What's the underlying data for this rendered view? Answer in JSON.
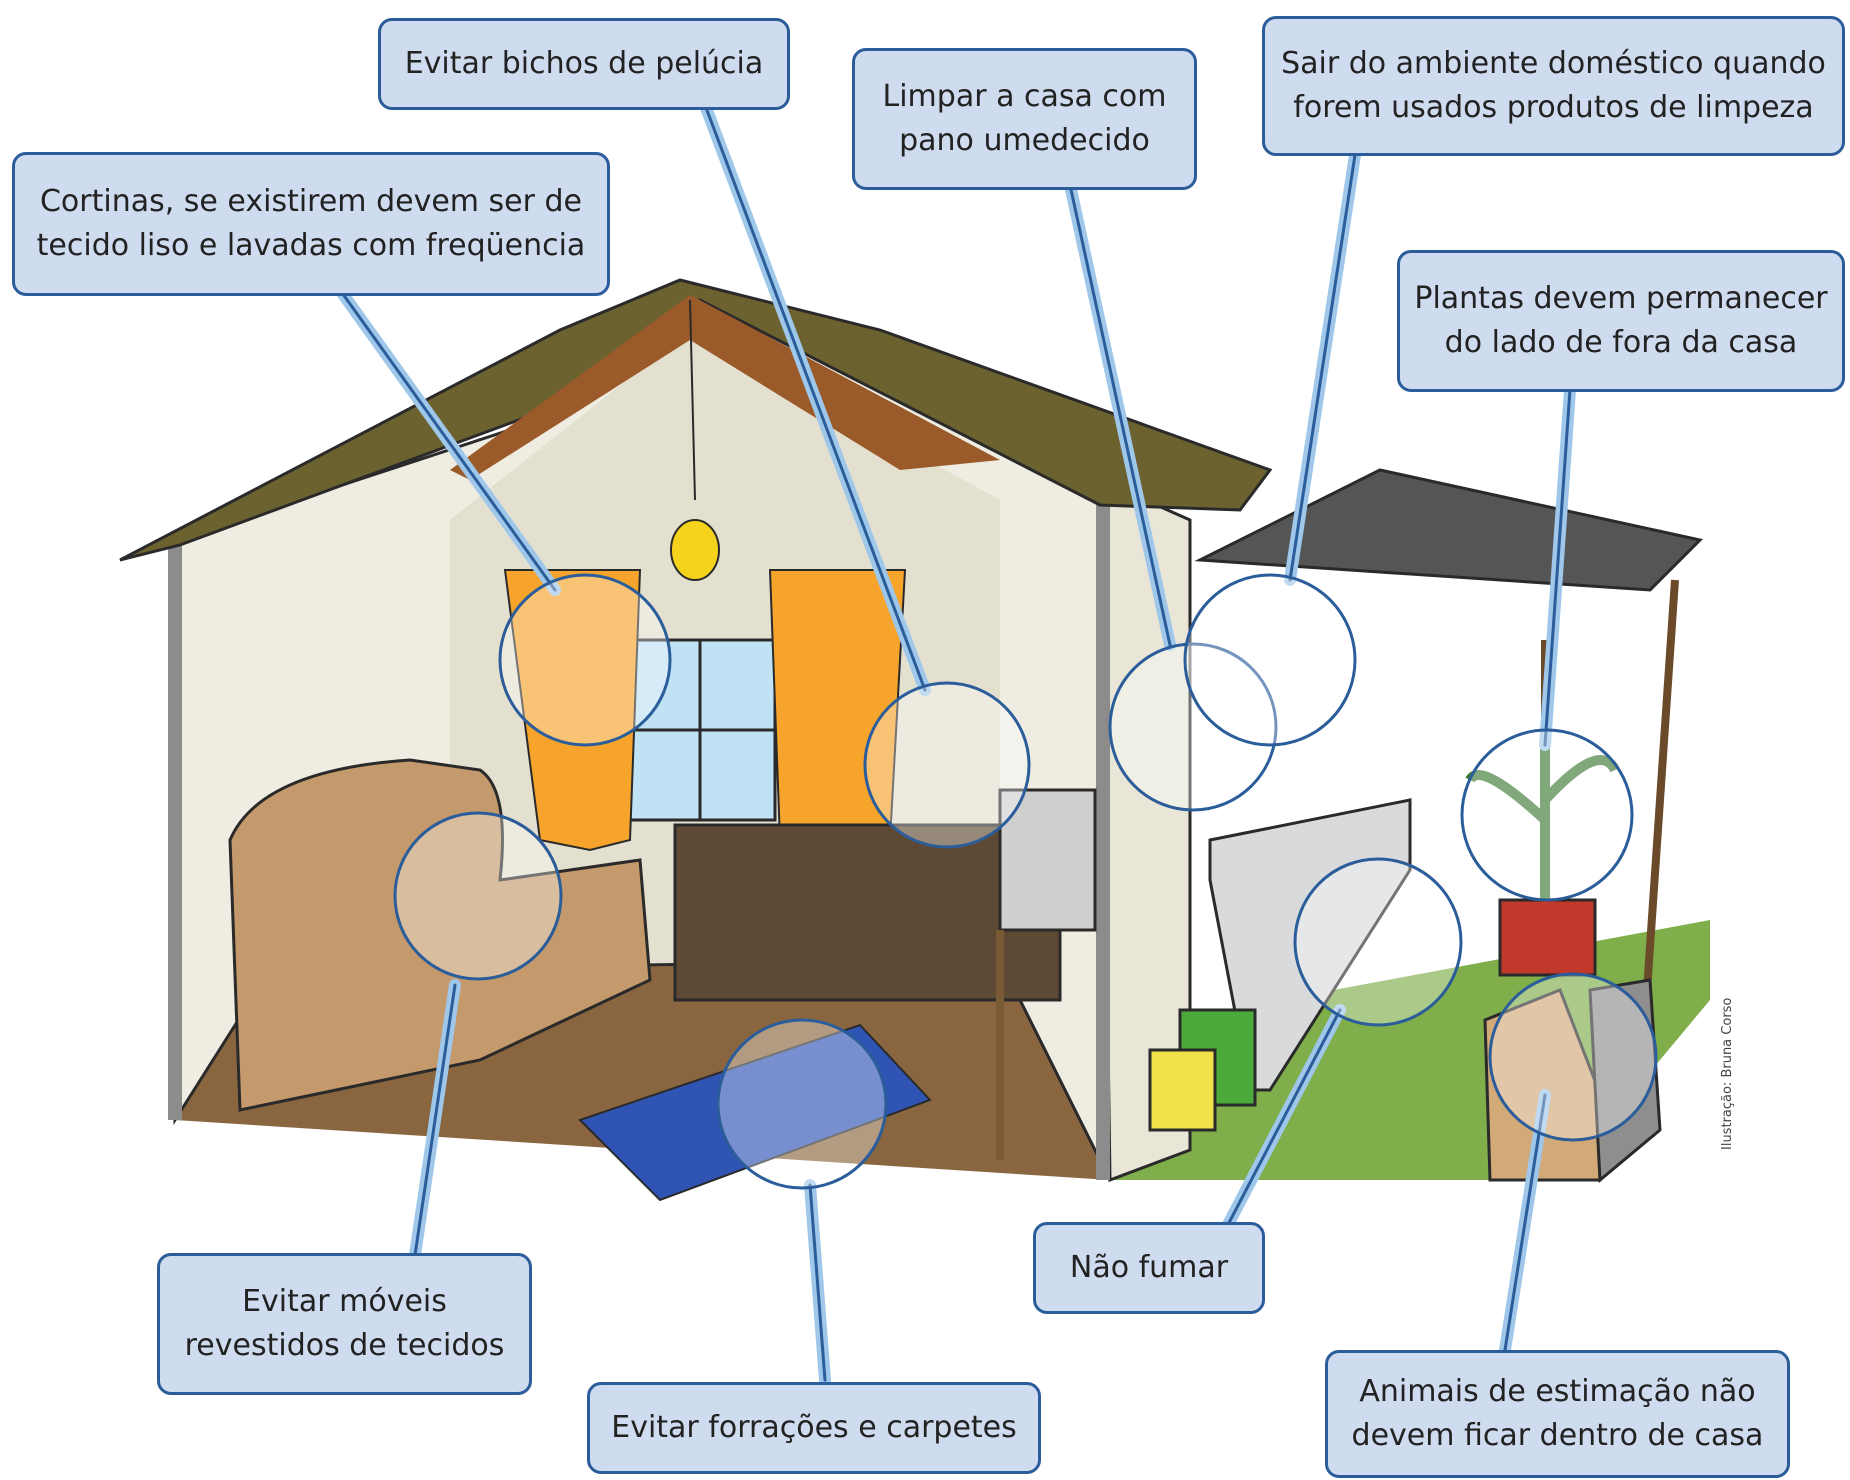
{
  "callouts": {
    "bichos": "Evitar bichos de pelúcia",
    "pano": "Limpar a casa com\npano umedecido",
    "produtos": "Sair do ambiente doméstico quando\nforem usados produtos de limpeza",
    "cortinas": "Cortinas, se existirem devem ser de\ntecido liso e lavadas com freqüencia",
    "plantas": "Plantas devem permanecer\ndo lado de fora da casa",
    "moveis": "Evitar móveis\nrevestidos de tecidos",
    "forracoes": "Evitar forrações e carpetes",
    "fumar": "Não fumar",
    "animais": "Animais de estimação não\ndevem ficar dentro de casa"
  },
  "credit": "Ilustração: Bruna Corso",
  "colors": {
    "callout_fill": "#cfdcef",
    "callout_border": "#2b5d9a",
    "leader_line": "#9ec7ea",
    "roof": "#6b6230",
    "curtain": "#f6a42c",
    "sofa": "#c49a6c",
    "grass": "#7fae4a"
  }
}
